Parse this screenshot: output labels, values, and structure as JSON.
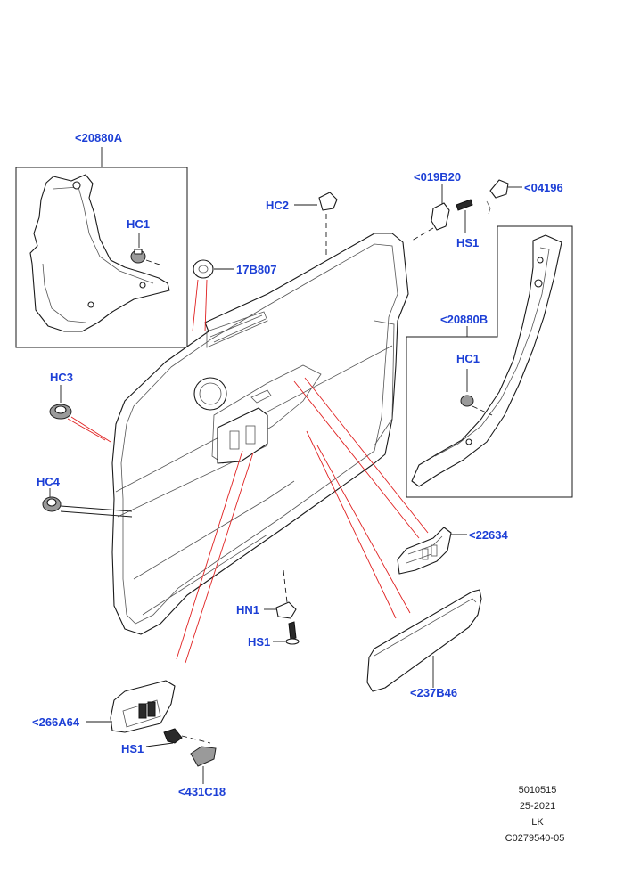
{
  "colors": {
    "callout": "#1c3fd6",
    "leader": "#1a1a1a",
    "highlight": "#e02020"
  },
  "callouts": {
    "trim_upper_left": "<20880A",
    "hc1_left": "HC1",
    "hc2": "HC2",
    "hc3": "HC3",
    "hc4": "HC4",
    "bracket_019b20": "<019B20",
    "clip_04196": "<04196",
    "hs1_top": "HS1",
    "washer_17b807": "17B807",
    "trim_right": "<20880B",
    "hc1_right": "HC1",
    "handle_22634": "<22634",
    "hn1": "HN1",
    "hs1_mid": "HS1",
    "pad_237b46": "<237B46",
    "switch_266a64": "<266A64",
    "hs1_bottom": "HS1",
    "cover_431c18": "<431C18"
  },
  "meta": {
    "ref": "5010515",
    "date": "25-2021",
    "initials": "LK",
    "drawing_no": "C0279540-05"
  }
}
